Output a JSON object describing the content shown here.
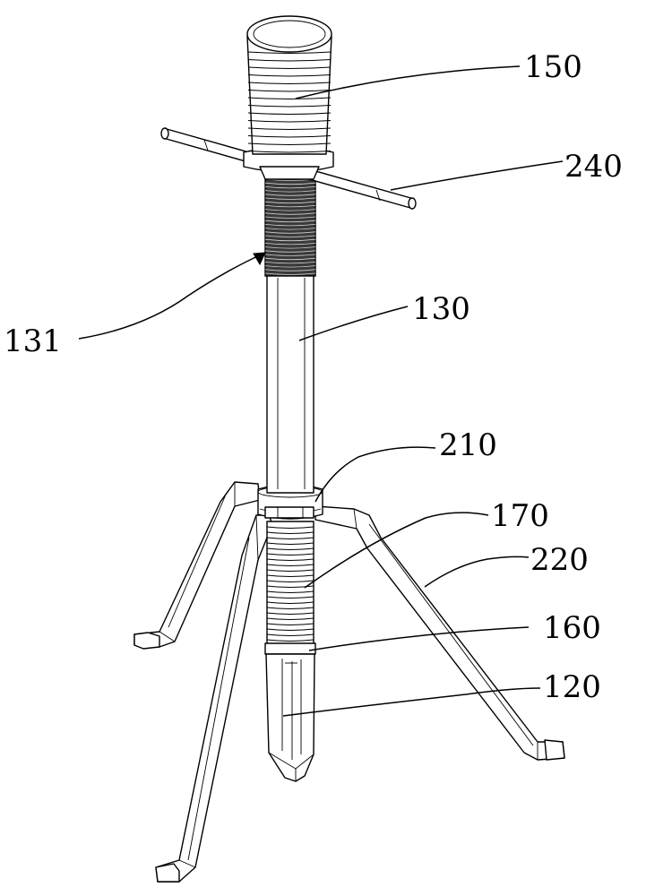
{
  "labels": {
    "l150": "150",
    "l240": "240",
    "l131": "131",
    "l130": "130",
    "l210": "210",
    "l170": "170",
    "l220": "220",
    "l160": "160",
    "l120": "120"
  }
}
